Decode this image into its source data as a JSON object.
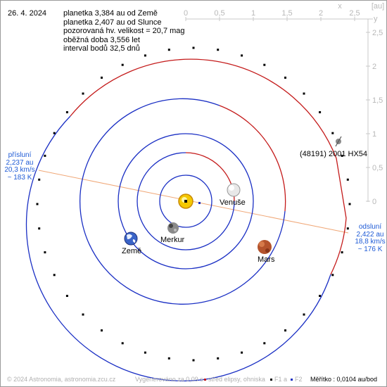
{
  "date": "26. 4. 2024",
  "info": {
    "line1": "planetka 3,384 au od Země",
    "line2": "planetka 2,407 au od Slunce",
    "line3": "pozorovaná hv. velikost = 20,7 mag",
    "line4": "oběžná doba 3,556 let",
    "line5": "interval bodů 32,5 dnů"
  },
  "axes": {
    "x_label": "x",
    "unit_label": "[au]",
    "x_ticks": [
      "0",
      "0,5",
      "1",
      "1,5",
      "2",
      "2,5"
    ],
    "y_label": "y",
    "y_ticks": [
      "2,5",
      "2",
      "1,5",
      "1",
      "0,5",
      "0"
    ]
  },
  "bodies": {
    "asteroid": "(48191) 2001 HX54",
    "venus": "Venuše",
    "mercury": "Merkur",
    "earth": "Země",
    "mars": "Mars"
  },
  "perihelion": {
    "title": "přísluní",
    "distance": "2,237 au",
    "speed": "20,3 km/s",
    "temp": "~ 183 K"
  },
  "aphelion": {
    "title": "odsluní",
    "distance": "2,422 au",
    "speed": "18,8 km/s",
    "temp": "~ 176 K"
  },
  "footer": {
    "copyright": "© 2024 Astronomia, astronomia.zcu.cz",
    "generated": "Vygenerováno za 0,09 s",
    "center_legend": "střed elipsy, ohniska",
    "f1_legend": "F1 a",
    "f2_legend": "F2",
    "scale": "Měřítko : 0,0104 au/bod"
  },
  "colors": {
    "orbit_near": "#1a2fc4",
    "orbit_far": "#c41a1a",
    "apsis_line": "#f0a878",
    "label_blue": "#1f5bd6",
    "sun": "#f5c800"
  }
}
